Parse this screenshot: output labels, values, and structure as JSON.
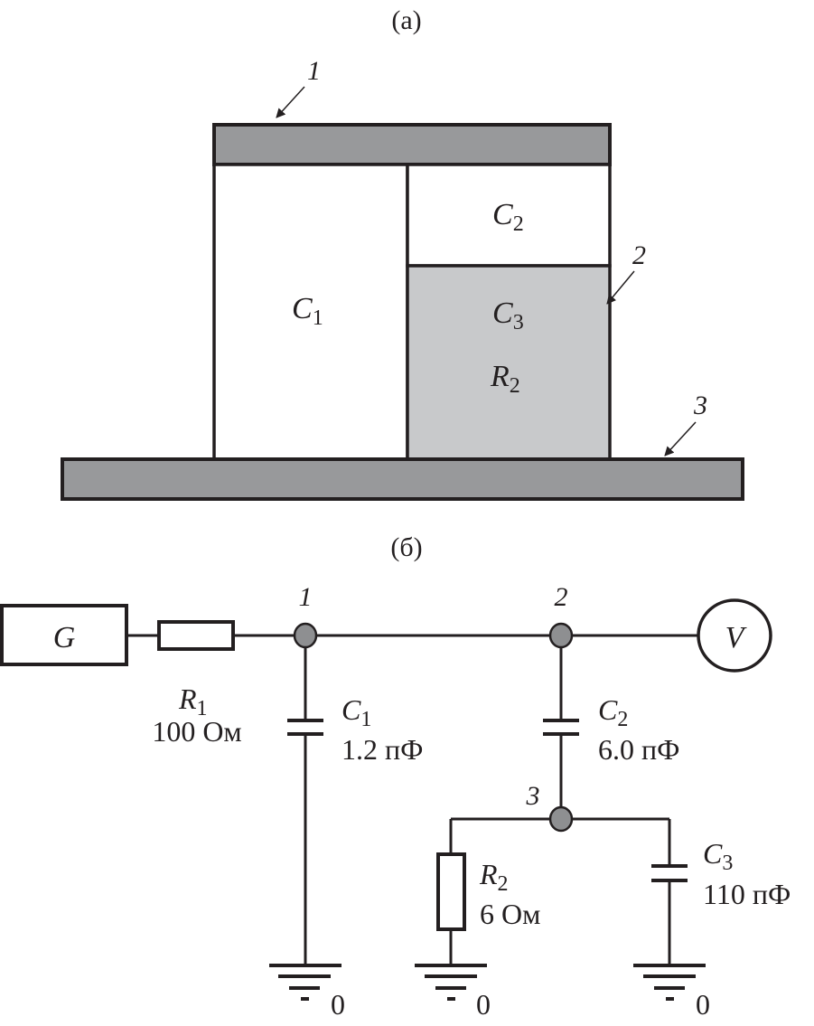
{
  "panel_a": {
    "caption": "(a)",
    "callouts": {
      "top_plate": "1",
      "layer": "2",
      "bottom_plate": "3"
    },
    "regions": {
      "c1": {
        "base": "C",
        "sub": "1"
      },
      "c2": {
        "base": "C",
        "sub": "2"
      },
      "c3": {
        "base": "C",
        "sub": "3"
      },
      "r2": {
        "base": "R",
        "sub": "2"
      }
    },
    "colors": {
      "plate": "#98999b",
      "layer": "#c8c9cb",
      "line": "#231f20"
    }
  },
  "panel_b": {
    "caption": "(б)",
    "generator": "G",
    "voltmeter": "V",
    "nodes": {
      "n1": "1",
      "n2": "2",
      "n3": "3"
    },
    "r1": {
      "base": "R",
      "sub": "1",
      "value": "100 Ом"
    },
    "r2": {
      "base": "R",
      "sub": "2",
      "value": "6 Ом"
    },
    "c1": {
      "base": "C",
      "sub": "1",
      "value": "1.2 пФ"
    },
    "c2": {
      "base": "C",
      "sub": "2",
      "value": "6.0 пФ"
    },
    "c3": {
      "base": "C",
      "sub": "3",
      "value": "110 пФ"
    },
    "ground_label": "0",
    "colors": {
      "node": "#8e8f91",
      "line": "#231f20"
    }
  }
}
